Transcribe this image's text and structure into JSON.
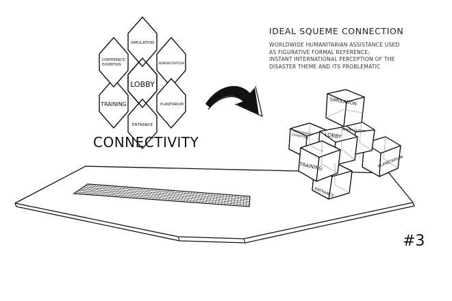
{
  "hex_diagram": {
    "center": "LOBBY",
    "simulation": "SIMULATION",
    "administration": "ADMINISTRATION",
    "planetarium": "PLANETARIUM",
    "entrance": "ENTRANCE",
    "training": "TRAINING",
    "conference_line1": "CONFERENCE/",
    "conference_line2": "EXHIBITION"
  },
  "caption": "CONNECTIVITY",
  "heading": "IDEAL SQUEME CONNECTION",
  "description": [
    "WORLDWIDE HUMANITARIAN ASSISTANCE USED",
    "AS FIGURATIVE FORMAL REFERENCE;",
    "INSTANT INTERNATIONAL PERCEPTION OF THE",
    "DISASTER THEME AND ITS PROBLEMATIC"
  ],
  "cubes": {
    "simulation": "SIMULATION",
    "conference_line1": "CONFERENCE/",
    "conference_line2": "EXHIBITION",
    "lobby": "LOBBY",
    "administration": "ADMINISTRATION",
    "training": "TRAINING",
    "planetarium": "PLANETARIUM",
    "entrance": "ENTRANCE"
  },
  "page_number": "#3"
}
